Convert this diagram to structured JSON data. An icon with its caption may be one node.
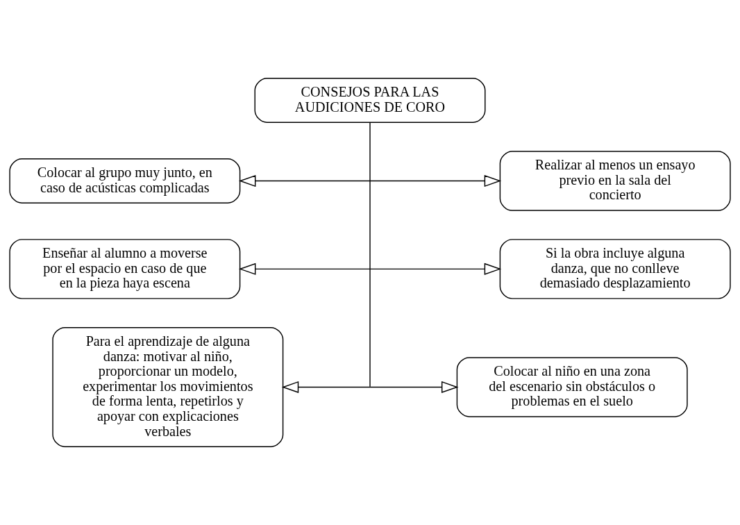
{
  "diagram": {
    "nodes": [
      {
        "text": [
          "CONSEJOS PARA LAS AUDICIONES DE CORO"
        ]
      },
      {
        "text": [
          "Colocar al grupo muy junto, en caso de acústicas complicadas"
        ]
      },
      {
        "text": [
          "Realizar al menos un ensayo previo en la sala del concierto"
        ]
      },
      {
        "text": [
          "Enseñar al alumno a moverse por el espacio en caso de que en la pieza haya escena"
        ]
      },
      {
        "text": [
          "Si la obra incluye alguna danza, que no conlleve demasiado desplazamiento"
        ]
      },
      {
        "text": [
          "Para el aprendizaje de alguna danza: motivar al niño, proporcionar un modelo, experimentar los movimientos de forma lenta, repetirlos y apoyar con explicaciones verbales"
        ]
      },
      {
        "text": [
          "Colocar al niño en una zona del escenario sin obstáculos o problemas en el suelo"
        ]
      }
    ],
    "edges": [
      {
        "from": 0,
        "to": null,
        "arrow": "none"
      },
      {
        "from": 1,
        "to": 2,
        "arrow": "both"
      },
      {
        "from": 3,
        "to": 4,
        "arrow": "both"
      },
      {
        "from": 5,
        "to": 6,
        "arrow": "both"
      }
    ]
  }
}
